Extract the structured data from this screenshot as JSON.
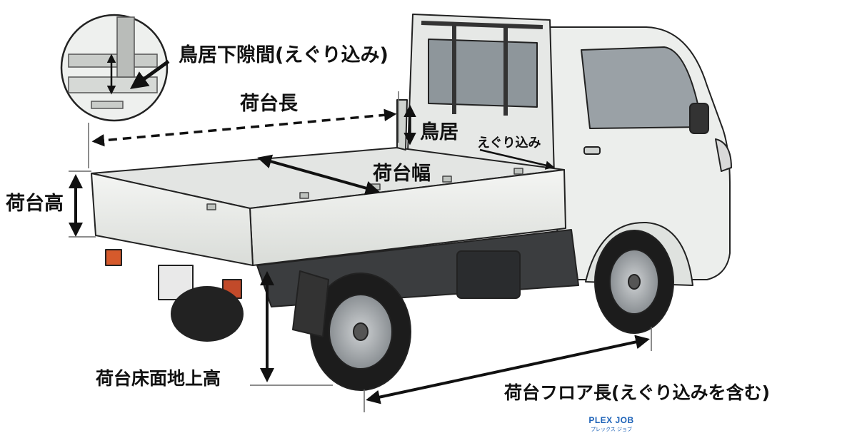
{
  "diagram": {
    "labels": {
      "torii_gap": "鳥居下隙間(えぐり込み)",
      "bed_length": "荷台長",
      "torii": "鳥居",
      "eguri": "えぐり込み",
      "bed_width": "荷台幅",
      "bed_height": "荷台高",
      "floor_height": "荷台床面地上高",
      "floor_length": "荷台フロア長(えぐり込みを含む)"
    },
    "brand": {
      "name": "PLEX JOB",
      "kana": "プレックス ジョブ"
    }
  },
  "colors": {
    "line": "#111111",
    "body": "#eef0ee",
    "tire": "#1c1c1c",
    "brand": "#1e63b8"
  }
}
